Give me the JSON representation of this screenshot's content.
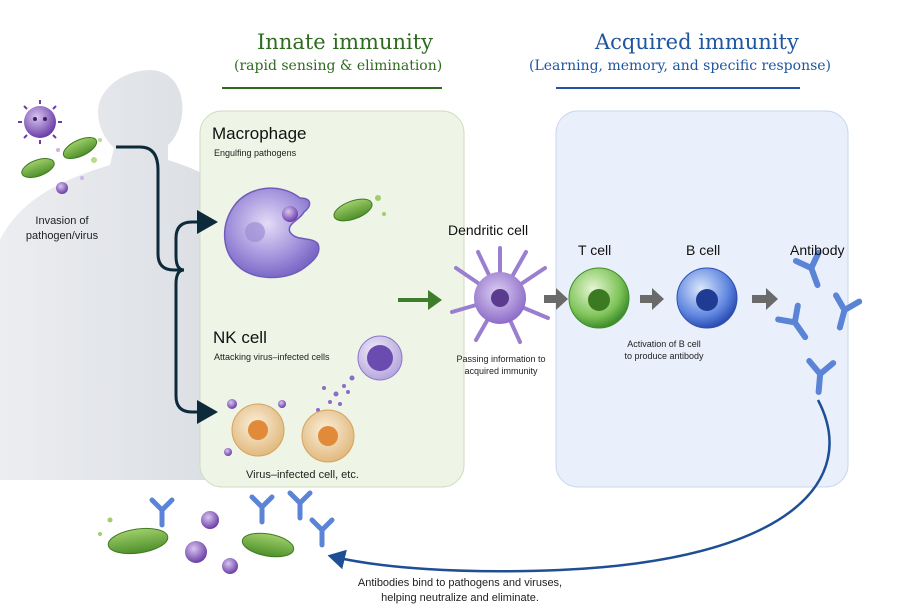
{
  "innate": {
    "title": "Innate immunity",
    "subtitle": "(rapid sensing & elimination)",
    "macrophage_title": "Macrophage",
    "macrophage_desc": "Engulfing pathogens",
    "nk_title": "NK cell",
    "nk_desc": "Attacking virus–infected cells",
    "infected_label": "Virus–infected cell, etc."
  },
  "acquired": {
    "title": "Acquired immunity",
    "subtitle": "(Learning, memory, and specific response)",
    "tcell": "T cell",
    "bcell": "B cell",
    "antibody": "Antibody",
    "activation_line1": "Activation of B cell",
    "activation_line2": "to produce antibody"
  },
  "invasion": {
    "line1": "Invasion of",
    "line2": "pathogen/virus"
  },
  "dendritic": {
    "title": "Dendritic cell",
    "desc_line1": "Passing information to",
    "desc_line2": "acquired immunity"
  },
  "bottom": {
    "line1": "Antibodies bind to pathogens and viruses,",
    "line2": "helping neutralize and eliminate."
  },
  "colors": {
    "innate_green": "#2e6b1f",
    "acquired_blue": "#1e56a0",
    "innate_panel": "#eef4e6",
    "acquired_panel": "#eaf0fb",
    "arrow_dark": "#0d2a3a",
    "arrow_grey": "#6a6a6a"
  }
}
